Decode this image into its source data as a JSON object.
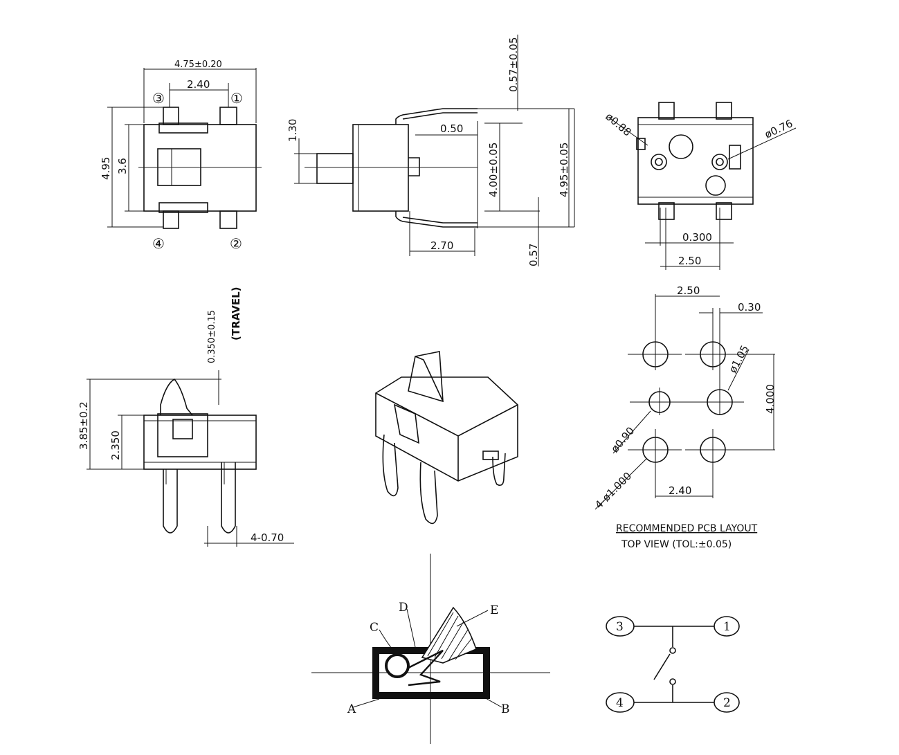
{
  "top_view": {
    "width": "4.75±0.20",
    "pin_pitch": "2.40",
    "height": "4.95",
    "inner_height": "3.6",
    "pins": [
      "③",
      "①",
      "④",
      "②"
    ]
  },
  "side_view": {
    "top_offset": "0.57±0.05",
    "plunger_height": "1.30",
    "plunger_offset": "0.50",
    "body_height": "4.00±0.05",
    "total_height": "4.95±0.05",
    "plunger_length": "2.70",
    "bottom_offset": "0.57"
  },
  "bottom_view": {
    "hole_left": "ø0.88",
    "hole_right": "ø0.76",
    "pin_width": "0.300",
    "pin_pitch": "2.50"
  },
  "front_view": {
    "total_height": "3.85±0.2",
    "body_height": "2.350",
    "travel": "0.350±0.15",
    "travel_label": "(TRAVEL)",
    "pin_width": "4-0.70"
  },
  "pcb_layout": {
    "pitch_top": "2.50",
    "pad_offset": "0.30",
    "hole_large": "ø1.05",
    "height": "4.000",
    "hole_mid": "ø0.90",
    "holes_four": "4-ø1.000",
    "pitch_bottom": "2.40",
    "title": "RECOMMENDED PCB LAYOUT",
    "subtitle": "TOP VIEW (TOL:±0.05)"
  },
  "mechanism": {
    "labels": [
      "A",
      "B",
      "C",
      "D",
      "E"
    ]
  },
  "schematic": {
    "pins": [
      "3",
      "1",
      "4",
      "2"
    ]
  }
}
